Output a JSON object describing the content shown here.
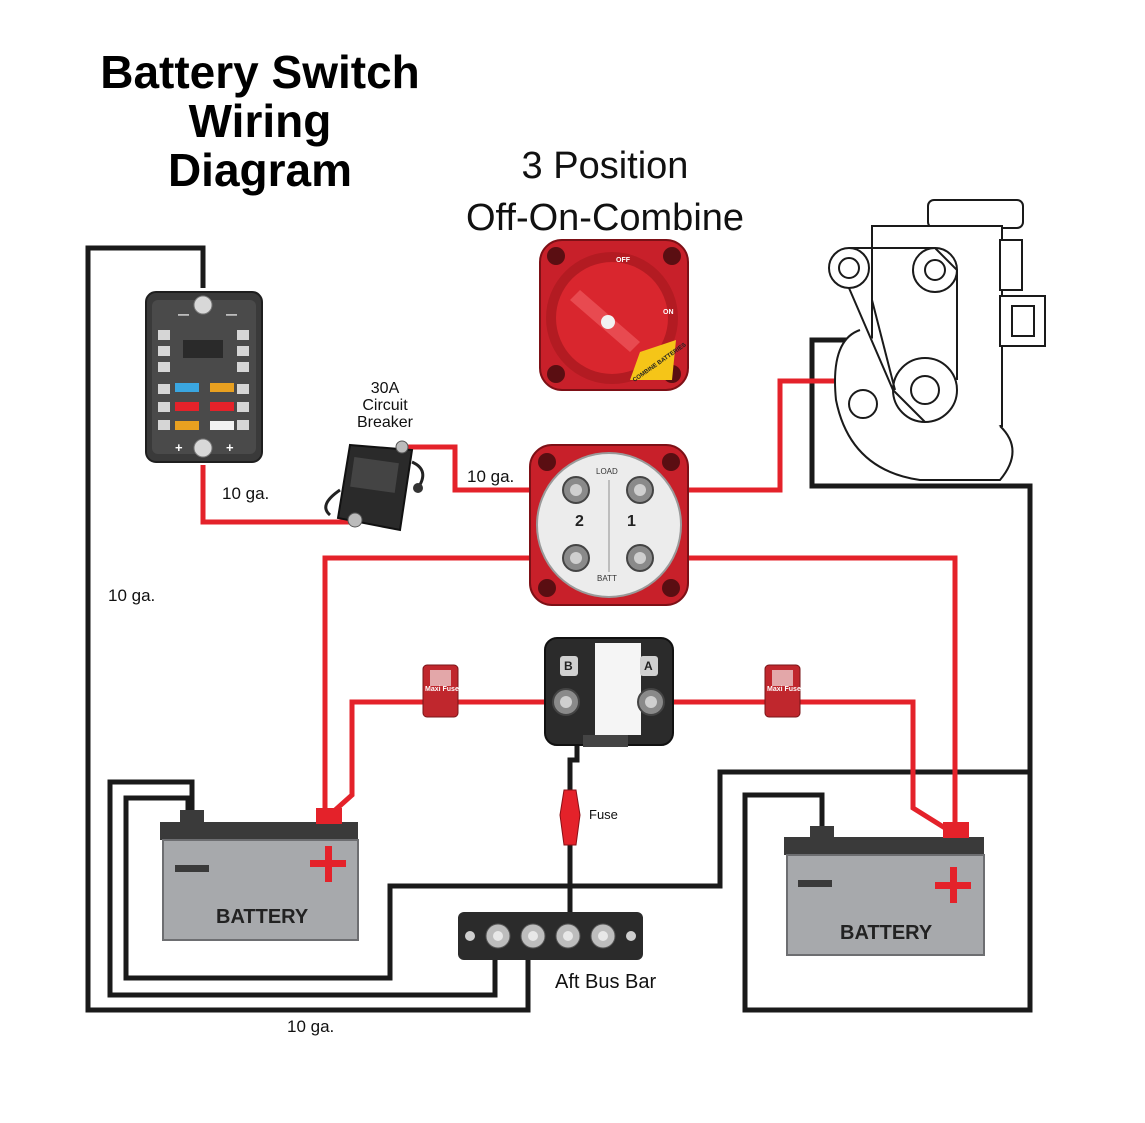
{
  "title": {
    "line1": "Battery Switch",
    "line2": "Wiring",
    "line3": "Diagram"
  },
  "subtitle": {
    "line1": "3 Position",
    "line2": "Off-On-Combine"
  },
  "circuit_breaker": {
    "line1": "30A",
    "line2": "Circuit",
    "line3": "Breaker"
  },
  "wire_gauges": {
    "fuse_block_to_breaker": "10 ga.",
    "breaker_to_switch": "10 ga.",
    "left_return": "10 ga.",
    "bottom_return": "10 ga."
  },
  "switch": {
    "load_label": "LOAD",
    "batt_label": "BATT",
    "pos_1": "1",
    "pos_2": "2"
  },
  "switch_knob": {
    "off_label": "OFF",
    "on_label": "ON",
    "combine_label": "COMBINE BATTERIES"
  },
  "relay": {
    "terminal_b": "B",
    "terminal_a": "A"
  },
  "maxi_fuse": {
    "label": "Maxi Fuse"
  },
  "inline_fuse": {
    "label": "Fuse"
  },
  "batteries": {
    "left_label": "BATTERY",
    "right_label": "BATTERY"
  },
  "bus_bar": {
    "label": "Aft Bus Bar"
  },
  "colors": {
    "positive_wire": "#e4222a",
    "negative_wire": "#1a1a1a",
    "switch_red": "#c8202a",
    "battery_gray": "#a7a9ac",
    "fuse_red": "#c0272d"
  }
}
